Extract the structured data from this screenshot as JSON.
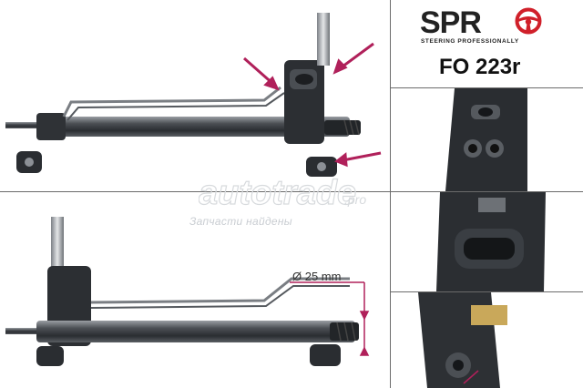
{
  "brand": {
    "name": "SPR",
    "tagline": "STEERING PROFESSIONALLY",
    "accent": "#d0202a"
  },
  "part_number": "FO 223r",
  "dimension_label": "Ø 25 mm",
  "watermark": {
    "logo": "autotrade.pro",
    "caption": "Запчасти найдены"
  },
  "annotation_color": "#b0205a"
}
